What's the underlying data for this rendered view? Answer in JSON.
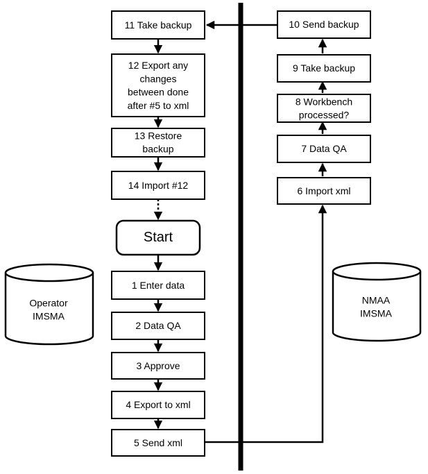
{
  "diagram": {
    "steps": {
      "s11": [
        "11 Take backup"
      ],
      "s12": [
        "12 Export any",
        "changes",
        "between done",
        "after #5 to xml"
      ],
      "s13": [
        "13 Restore",
        "backup"
      ],
      "s14": [
        "14 Import #12"
      ],
      "start": [
        "Start"
      ],
      "s1": [
        "1 Enter data"
      ],
      "s2": [
        "2 Data QA"
      ],
      "s3": [
        "3 Approve"
      ],
      "s4": [
        "4 Export to xml"
      ],
      "s5": [
        "5 Send xml"
      ],
      "s10": [
        "10 Send backup"
      ],
      "s9": [
        "9 Take backup"
      ],
      "s8": [
        "8 Workbench",
        "processed?"
      ],
      "s7": [
        "7 Data QA"
      ],
      "s6": [
        "6 Import xml"
      ]
    },
    "databases": {
      "operator": [
        "Operator",
        "IMSMA"
      ],
      "nmaa": [
        "NMAA",
        "IMSMA"
      ]
    }
  }
}
